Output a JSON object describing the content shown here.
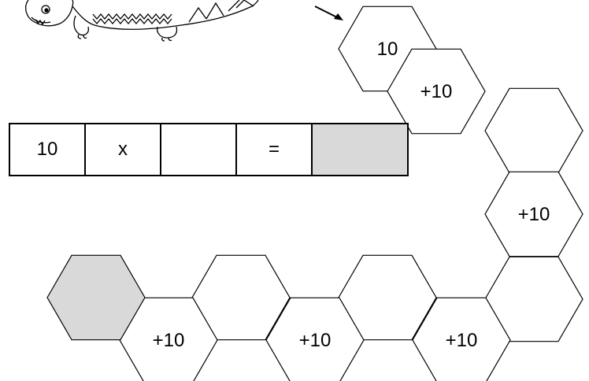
{
  "equation_row": {
    "cells": [
      {
        "text": "10",
        "filled": false
      },
      {
        "text": "x",
        "filled": false
      },
      {
        "text": "",
        "filled": false
      },
      {
        "text": "=",
        "filled": false
      },
      {
        "text": "",
        "filled": true
      }
    ]
  },
  "hex_path": {
    "cells": [
      "10",
      "+10",
      "",
      "+10",
      "",
      "+10",
      "",
      "+10",
      "",
      "+10",
      ""
    ],
    "filled_color": "#d9d9d9",
    "start_arrow": true
  }
}
